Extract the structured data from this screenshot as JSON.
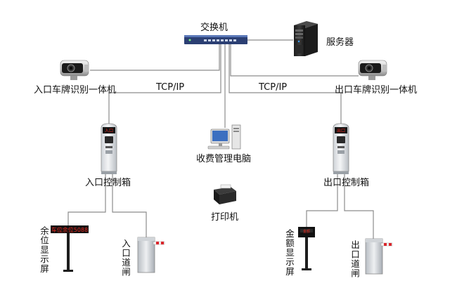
{
  "labels": {
    "switch": "交换机",
    "server": "服务器",
    "entry_camera": "入口车牌识别一体机",
    "exit_camera": "出口车牌识别一体机",
    "tcpip_left": "TCP/IP",
    "tcpip_right": "TCP/IP",
    "toll_pc": "收费管理电脑",
    "entry_control_box": "入口控制箱",
    "exit_control_box": "出口控制箱",
    "printer": "打印机",
    "spaces_display": "余位显示屏",
    "entry_barrier": "入口道闸",
    "amount_display": "金额显示屏",
    "exit_barrier": "出口道闸"
  },
  "display_text": {
    "spaces_led": "车位余位5088",
    "amount_led": "金额",
    "entry_box_led": "入口",
    "exit_box_led": "出口"
  },
  "colors": {
    "line": "#8c8c8c",
    "switch_body": "#2b3f73",
    "led_red": "#e8261c",
    "barrier_stripe": "#d9262c"
  }
}
